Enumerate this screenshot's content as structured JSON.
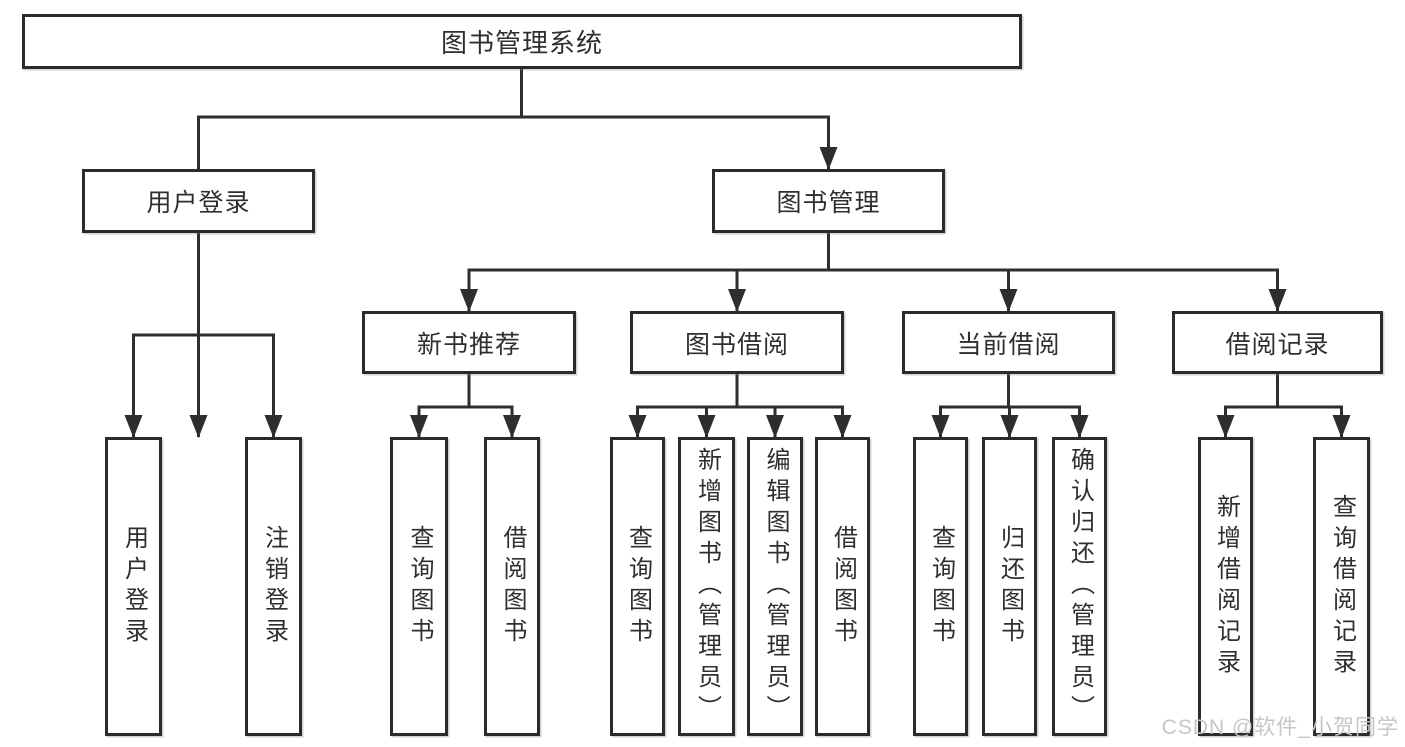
{
  "tree": {
    "root": {
      "label": "图书管理系统"
    },
    "branches": [
      {
        "label": "用户登录",
        "children": [
          {
            "label": "用户登录"
          },
          {
            "label": "注销登录"
          }
        ]
      },
      {
        "label": "图书管理",
        "children": [
          {
            "label": "新书推荐",
            "children": [
              {
                "label": "查询图书"
              },
              {
                "label": "借阅图书"
              }
            ]
          },
          {
            "label": "图书借阅",
            "children": [
              {
                "label": "查询图书"
              },
              {
                "label": "新增图书（管理员）"
              },
              {
                "label": "编辑图书（管理员）"
              },
              {
                "label": "借阅图书"
              }
            ]
          },
          {
            "label": "当前借阅",
            "children": [
              {
                "label": "查询图书"
              },
              {
                "label": "归还图书"
              },
              {
                "label": "确认归还（管理员）"
              }
            ]
          },
          {
            "label": "借阅记录",
            "children": [
              {
                "label": "新增借阅记录"
              },
              {
                "label": "查询借阅记录"
              }
            ]
          }
        ]
      }
    ]
  },
  "watermark": "CSDN @软件_小贺同学",
  "colors": {
    "line": "#2e2e2e",
    "box_border": "#2b2b2b",
    "text": "#2f2f2f",
    "watermark": "#c6c6c6",
    "background": "#ffffff"
  }
}
